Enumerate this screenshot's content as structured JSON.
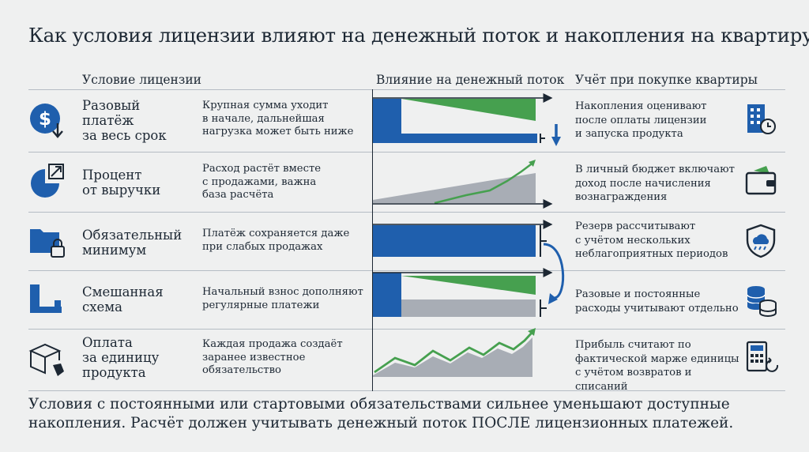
{
  "title": "Как условия лицензии влияют на денежный поток и накопления на квартиру",
  "headers": {
    "condition": "Условие лицензии",
    "impact": "Влияние на денежный поток",
    "apartment": "Учёт при покупке квартиры"
  },
  "rows": [
    {
      "name": "Разовый\nплатёж\nза весь срок",
      "description": "Крупная сумма уходит\nв начале, дальнейшая\nнагрузка может быть ниже",
      "apartment_note": "Накопления оценивают\nпосле оплаты лицензии\nи запуска продукта",
      "left_icon": "dollar-coin-down-icon",
      "right_icon": "building-clock-icon"
    },
    {
      "name": "Процент\nот выручки",
      "description": "Расход растёт вместе\nс продажами, важна\nбаза расчёта",
      "apartment_note": "В личный бюджет включают\nдоход после начисления\nвознаграждения",
      "left_icon": "pie-chart-arrow-icon",
      "right_icon": "wallet-icon"
    },
    {
      "name": "Обязательный\nминимум",
      "description": "Платёж сохраняется даже\nпри слабых продажах",
      "apartment_note": "Резерв рассчитывают\nс учётом нескольких\nнеблагоприятных периодов",
      "left_icon": "folder-lock-icon",
      "right_icon": "shield-cloud-icon"
    },
    {
      "name": "Смешанная\nсхема",
      "description": "Начальный взнос дополняют\nрегулярные платежи",
      "apartment_note": "Разовые и постоянные\nрасходы учитывают отдельно",
      "left_icon": "step-bars-icon",
      "right_icon": "coin-stack-icon"
    },
    {
      "name": "Оплата\nза единицу\nпродукта",
      "description": "Каждая продажа создаёт\nзаранее известное\nобязательство",
      "apartment_note": "Прибыль считают по\nфактической марже единицы\nс учётом возвратов и списаний",
      "left_icon": "box-tag-icon",
      "right_icon": "calculator-return-icon"
    }
  ],
  "footer": "Условия с постоянными или стартовыми обязательствами сильнее уменьшают доступные\nнакопления. Расчёт должен учитывать денежный поток ПОСЛЕ лицензионных платежей.",
  "colors": {
    "blue": "#1f5fad",
    "green": "#46a04f",
    "gray": "#a8adb5",
    "background": "#eff0f0",
    "text": "#1c2733",
    "divider": "#b5bcc4"
  }
}
